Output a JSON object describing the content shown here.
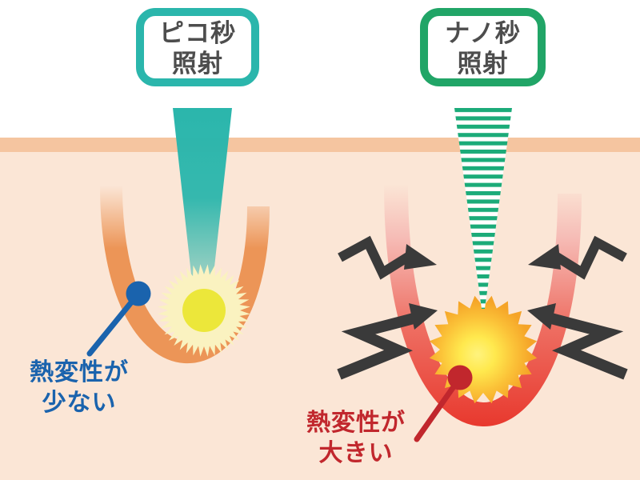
{
  "left_panel": {
    "label_line1": "ピコ秒",
    "label_line2": "照射",
    "caption_line1": "熱変性が",
    "caption_line2": "少ない"
  },
  "right_panel": {
    "label_line1": "ナノ秒",
    "label_line2": "照射",
    "caption_line1": "熱変性が",
    "caption_line2": "大きい"
  },
  "colors": {
    "teal": "#2BB6AC",
    "green": "#21A567",
    "stripe": "#1BAB79",
    "band": "#F5C5A0",
    "skin": "#FBE6D6",
    "orange": "#EC9557",
    "pink": "#F6BCB6",
    "redmid": "#EE6F63",
    "red": "#E8382D",
    "blue": "#1A63AD",
    "darkred": "#C1272D",
    "arrow": "#3A3A3A",
    "ink": "#4D4D4D",
    "halo": "#FAF2C0",
    "yellow": "#ECE73A",
    "burstcore": "#FFF37E",
    "burstmid1": "#FFE94E",
    "burstmid2": "#FBC238",
    "burstorange": "#F5A428"
  }
}
